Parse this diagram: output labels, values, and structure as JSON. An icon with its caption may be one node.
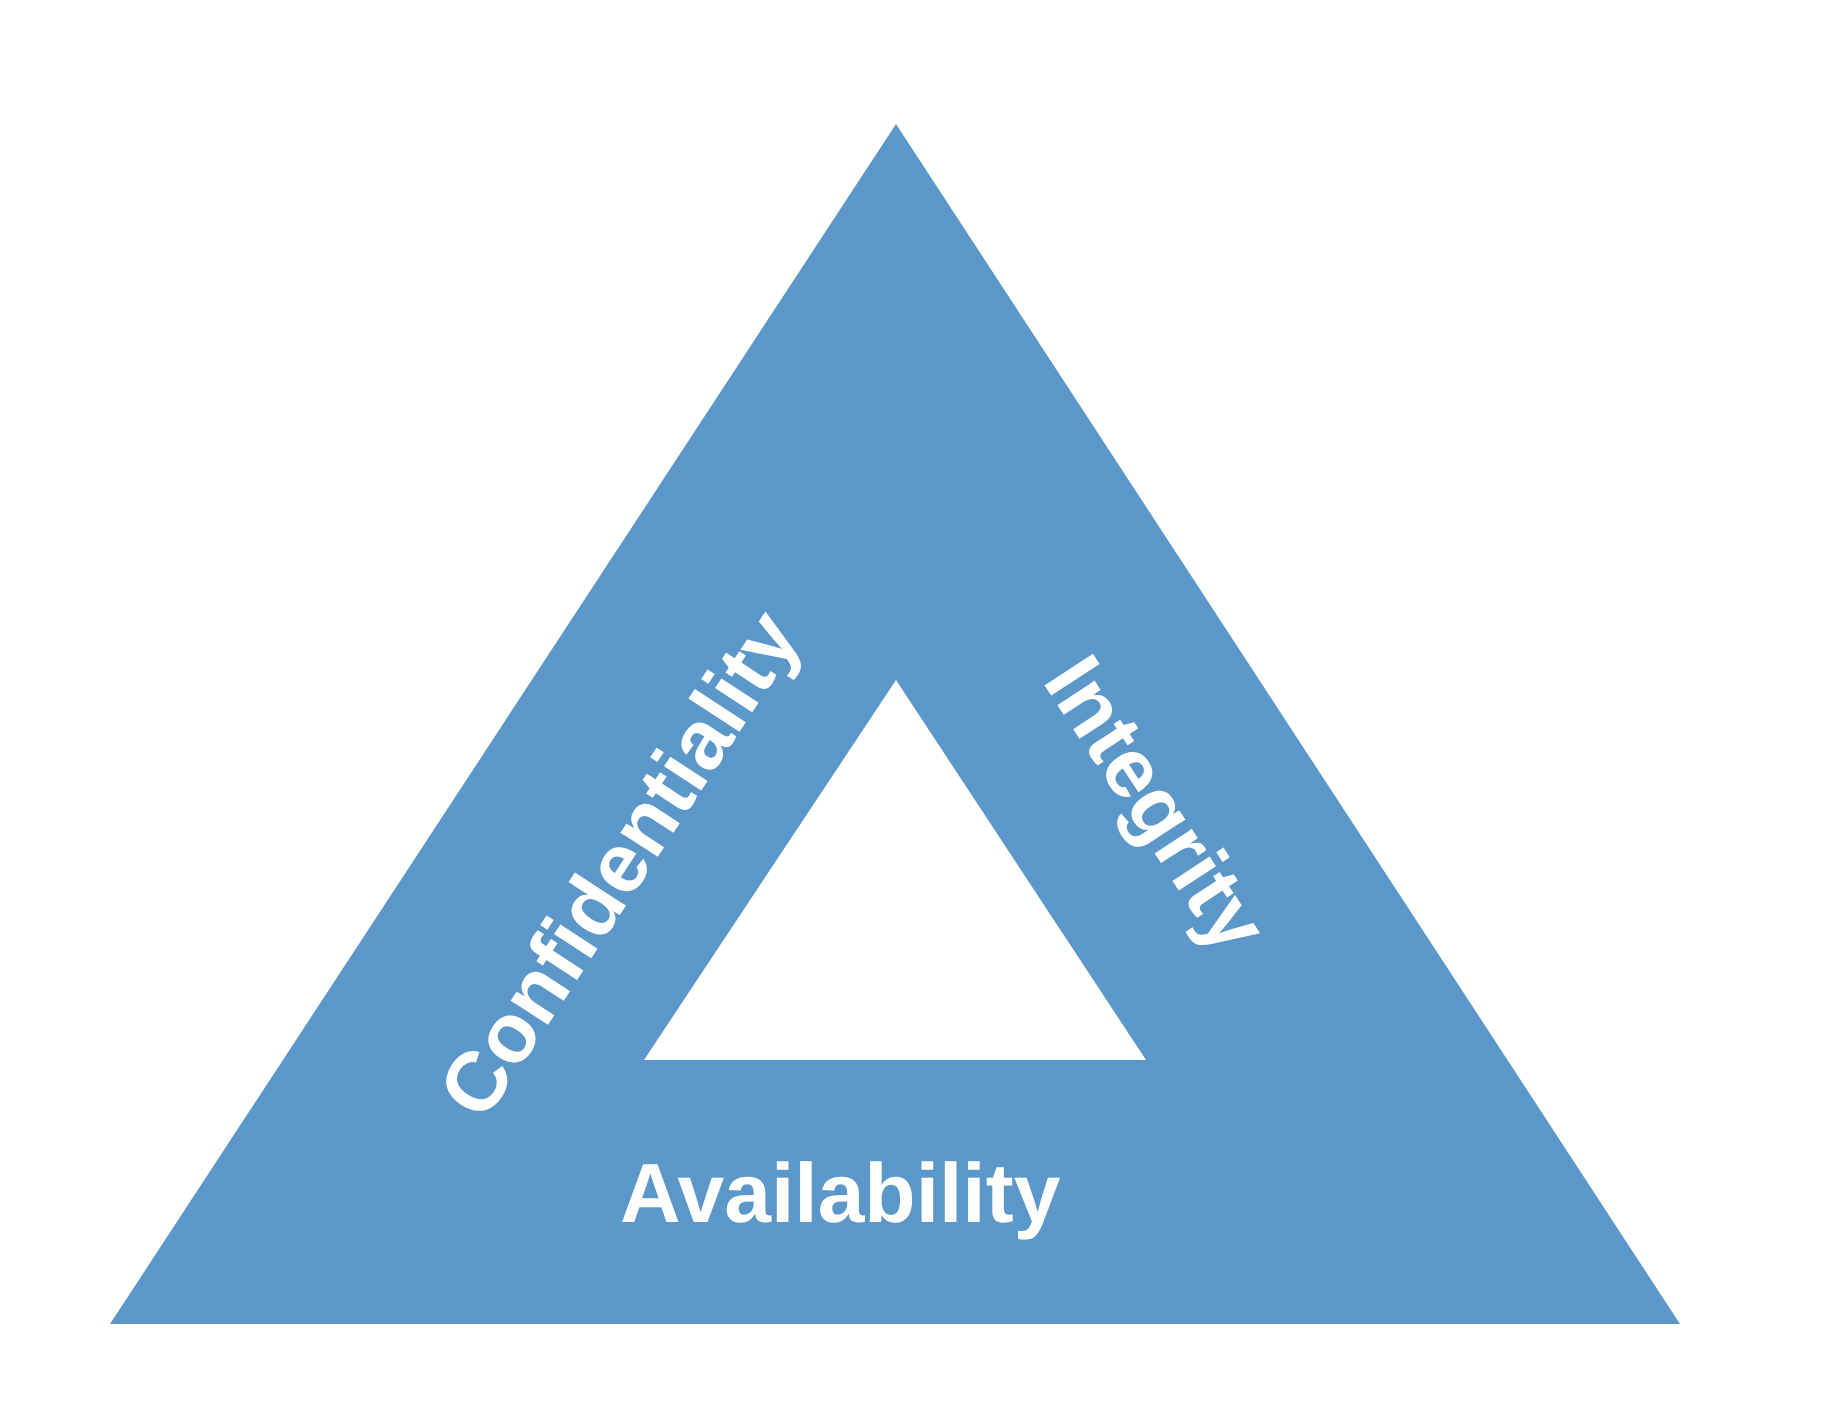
{
  "diagram": {
    "nodes": [
      {
        "text": [
          "Confidentiality",
          "Integrity",
          "Availability"
        ]
      }
    ]
  }
}
